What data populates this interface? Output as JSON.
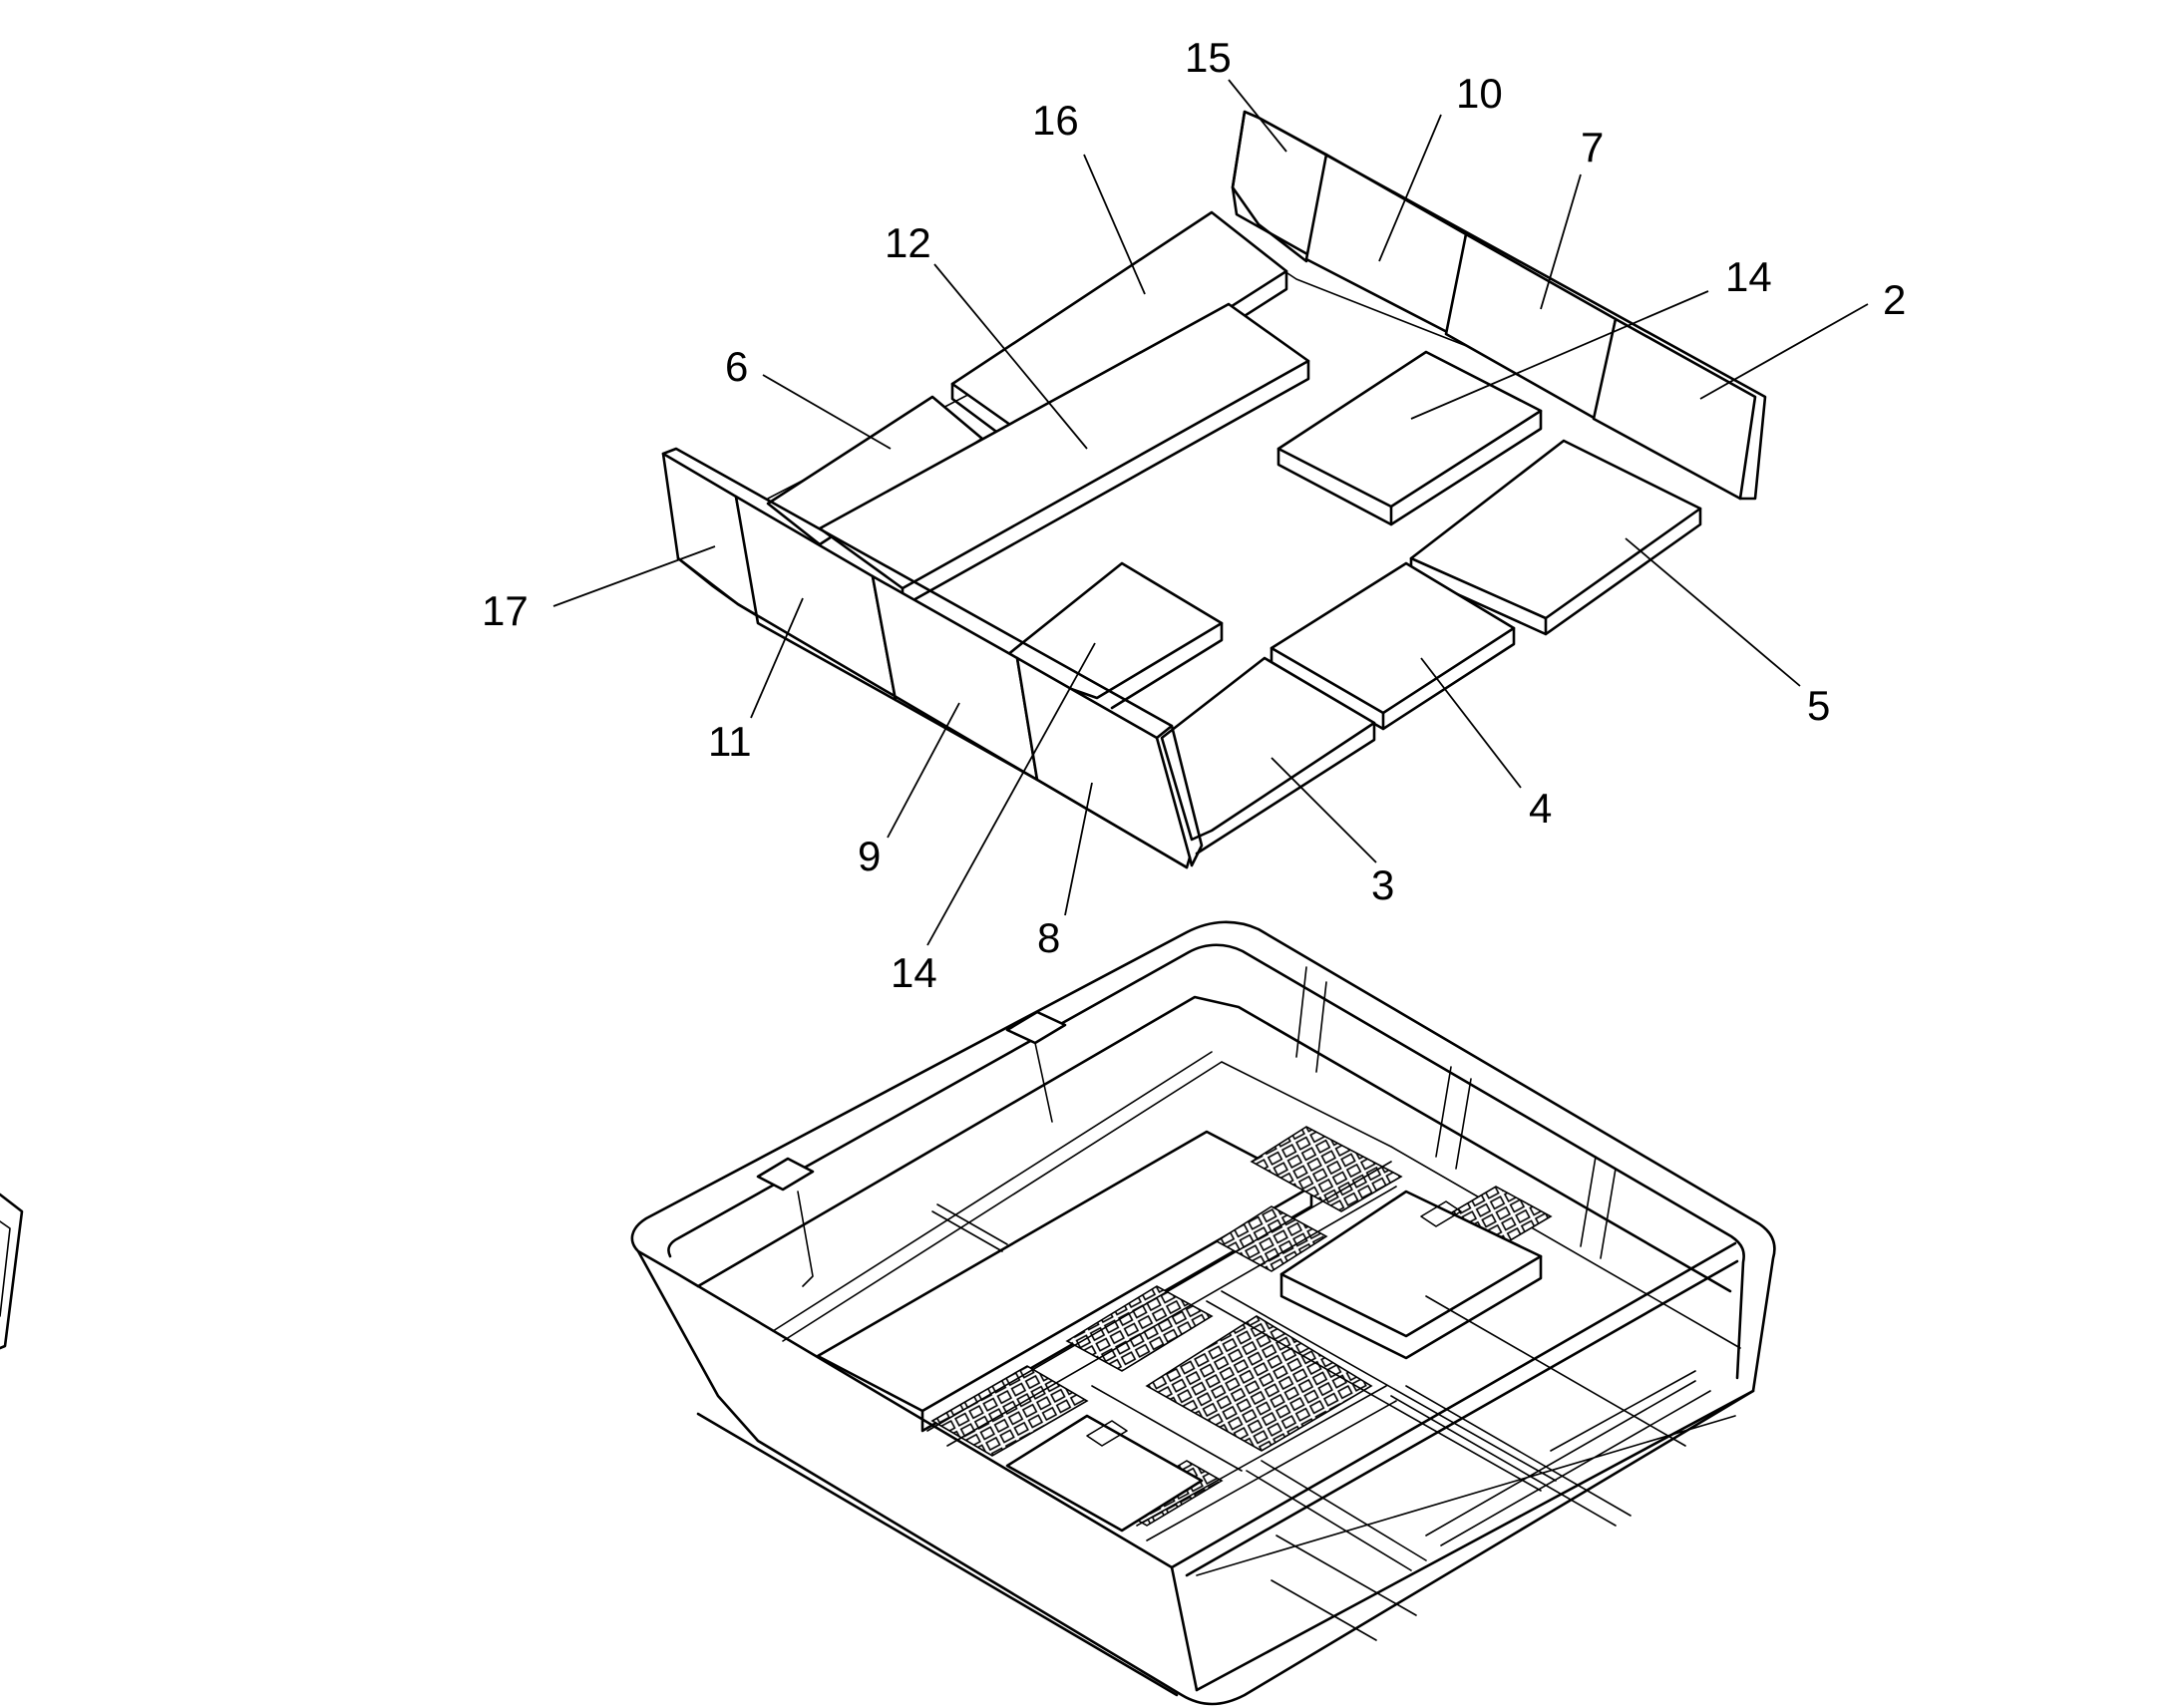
{
  "callouts": [
    {
      "id": "c15",
      "text": "15"
    },
    {
      "id": "c16",
      "text": "16"
    },
    {
      "id": "c10",
      "text": "10"
    },
    {
      "id": "c7",
      "text": "7"
    },
    {
      "id": "c12",
      "text": "12"
    },
    {
      "id": "c14a",
      "text": "14"
    },
    {
      "id": "c2",
      "text": "2"
    },
    {
      "id": "c6",
      "text": "6"
    },
    {
      "id": "c17",
      "text": "17"
    },
    {
      "id": "c11",
      "text": "11"
    },
    {
      "id": "c5",
      "text": "5"
    },
    {
      "id": "c4",
      "text": "4"
    },
    {
      "id": "c9",
      "text": "9"
    },
    {
      "id": "c3",
      "text": "3"
    },
    {
      "id": "c8",
      "text": "8"
    },
    {
      "id": "c14b",
      "text": "14"
    }
  ]
}
